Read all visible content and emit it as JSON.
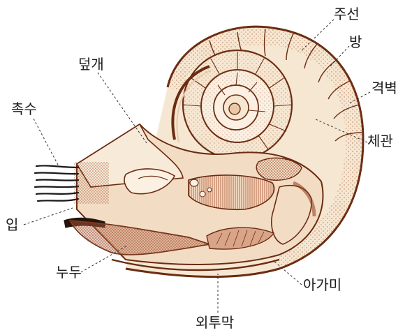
{
  "labels": {
    "siphuncle_line": "주선",
    "chamber": "방",
    "septum": "격벽",
    "body_tube": "체관",
    "hood": "덮개",
    "tentacles": "촉수",
    "mouth": "입",
    "funnel": "누두",
    "gills": "아가미",
    "mantle": "외투막"
  },
  "colors": {
    "shell_outline": "#6b2c12",
    "shell_fill": "#f6e7d2",
    "stipple": "#a0522d",
    "body_fill": "#f3dcc4",
    "muscle": "#b86a4a",
    "dark_tissue": "#8a3a1c",
    "leader_line": "#333333"
  }
}
